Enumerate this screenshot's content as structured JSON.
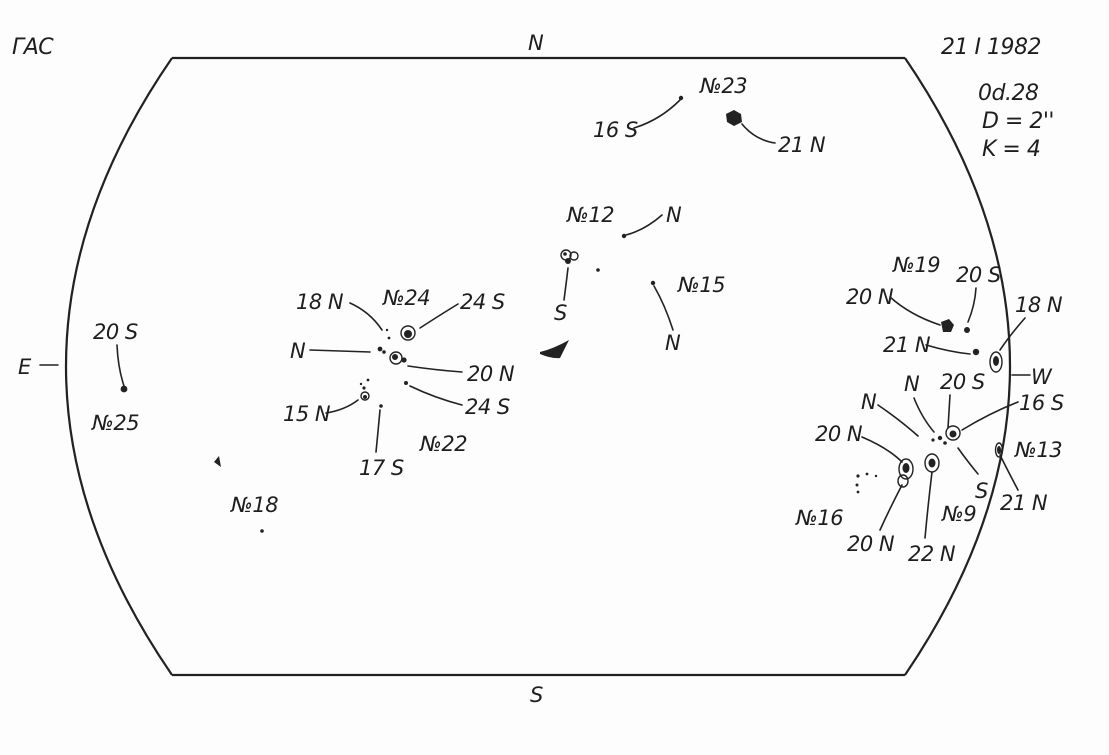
{
  "header": {
    "observatory": "ГАС",
    "date": "21  I  1982",
    "time": "0d.28",
    "diameter": "D = 2''",
    "coefficient": "K = 4"
  },
  "directions": {
    "north": "N",
    "south": "S",
    "east": "E",
    "west": "W"
  },
  "labels": {
    "g23_num": "№23",
    "g23_s": "16 S",
    "g23_n": "21 N",
    "g12_num": "№12",
    "g12_n": "N",
    "g12_s": "S",
    "g15_num": "№15",
    "g15_n": "N",
    "g24_num": "№24",
    "g24_18n": "18 N",
    "g24_24s": "24 S",
    "g24_n": "N",
    "g24_20n": "20 N",
    "g24_24s_b": "24 S",
    "g22_15n": "15 N",
    "g22_17s": "17 S",
    "g22_num": "№22",
    "g25_20s": "20 S",
    "g25_num": "№25",
    "g18_num": "№18",
    "g19_num": "№19",
    "g19_20n": "20 N",
    "g19_20s": "20 S",
    "g19_18n": "18 N",
    "g19_21n": "21 N",
    "g9_n1": "N",
    "g9_n2": "N",
    "g9_20s": "20 S",
    "g9_16s": "16 S",
    "g13_num": "№13",
    "g9_20n": "20 N",
    "g9_s": "S",
    "g13_21n": "21 N",
    "g16_num": "№16",
    "g9_20n_b": "20 N",
    "g9_num": "№9",
    "g9_22n": "22 N"
  }
}
